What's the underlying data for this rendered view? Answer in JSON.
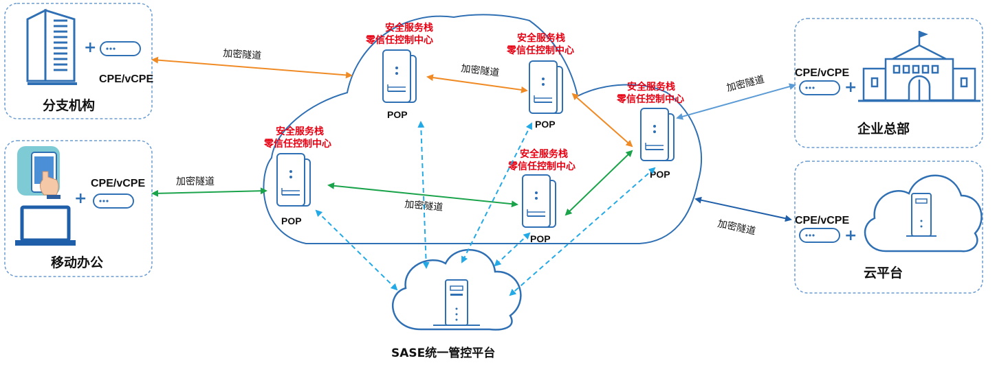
{
  "sites": {
    "branch": {
      "label": "分支机构",
      "cpe": "CPE/vCPE"
    },
    "mobile": {
      "label": "移动办公",
      "cpe": "CPE/vCPE"
    },
    "hq": {
      "label": "企业总部",
      "cpe": "CPE/vCPE"
    },
    "cloud": {
      "label": "云平台",
      "cpe": "CPE/vCPE"
    }
  },
  "tunnel_label": "加密隧道",
  "pop": {
    "label": "POP",
    "stack_line1": "安全服务栈",
    "stack_line2": "零信任控制中心"
  },
  "platform": {
    "label": "SASE统一管控平台"
  },
  "plus_sign": "+",
  "colors": {
    "border": "#2f6fb3",
    "dashed_box": "#6a9bd1",
    "orange": "#f08a24",
    "green": "#1aa34a",
    "blue_link": "#5b9bd5",
    "dark_blue": "#1f5ea8",
    "cyan_dash": "#22a9e6",
    "red": "#e60012"
  }
}
